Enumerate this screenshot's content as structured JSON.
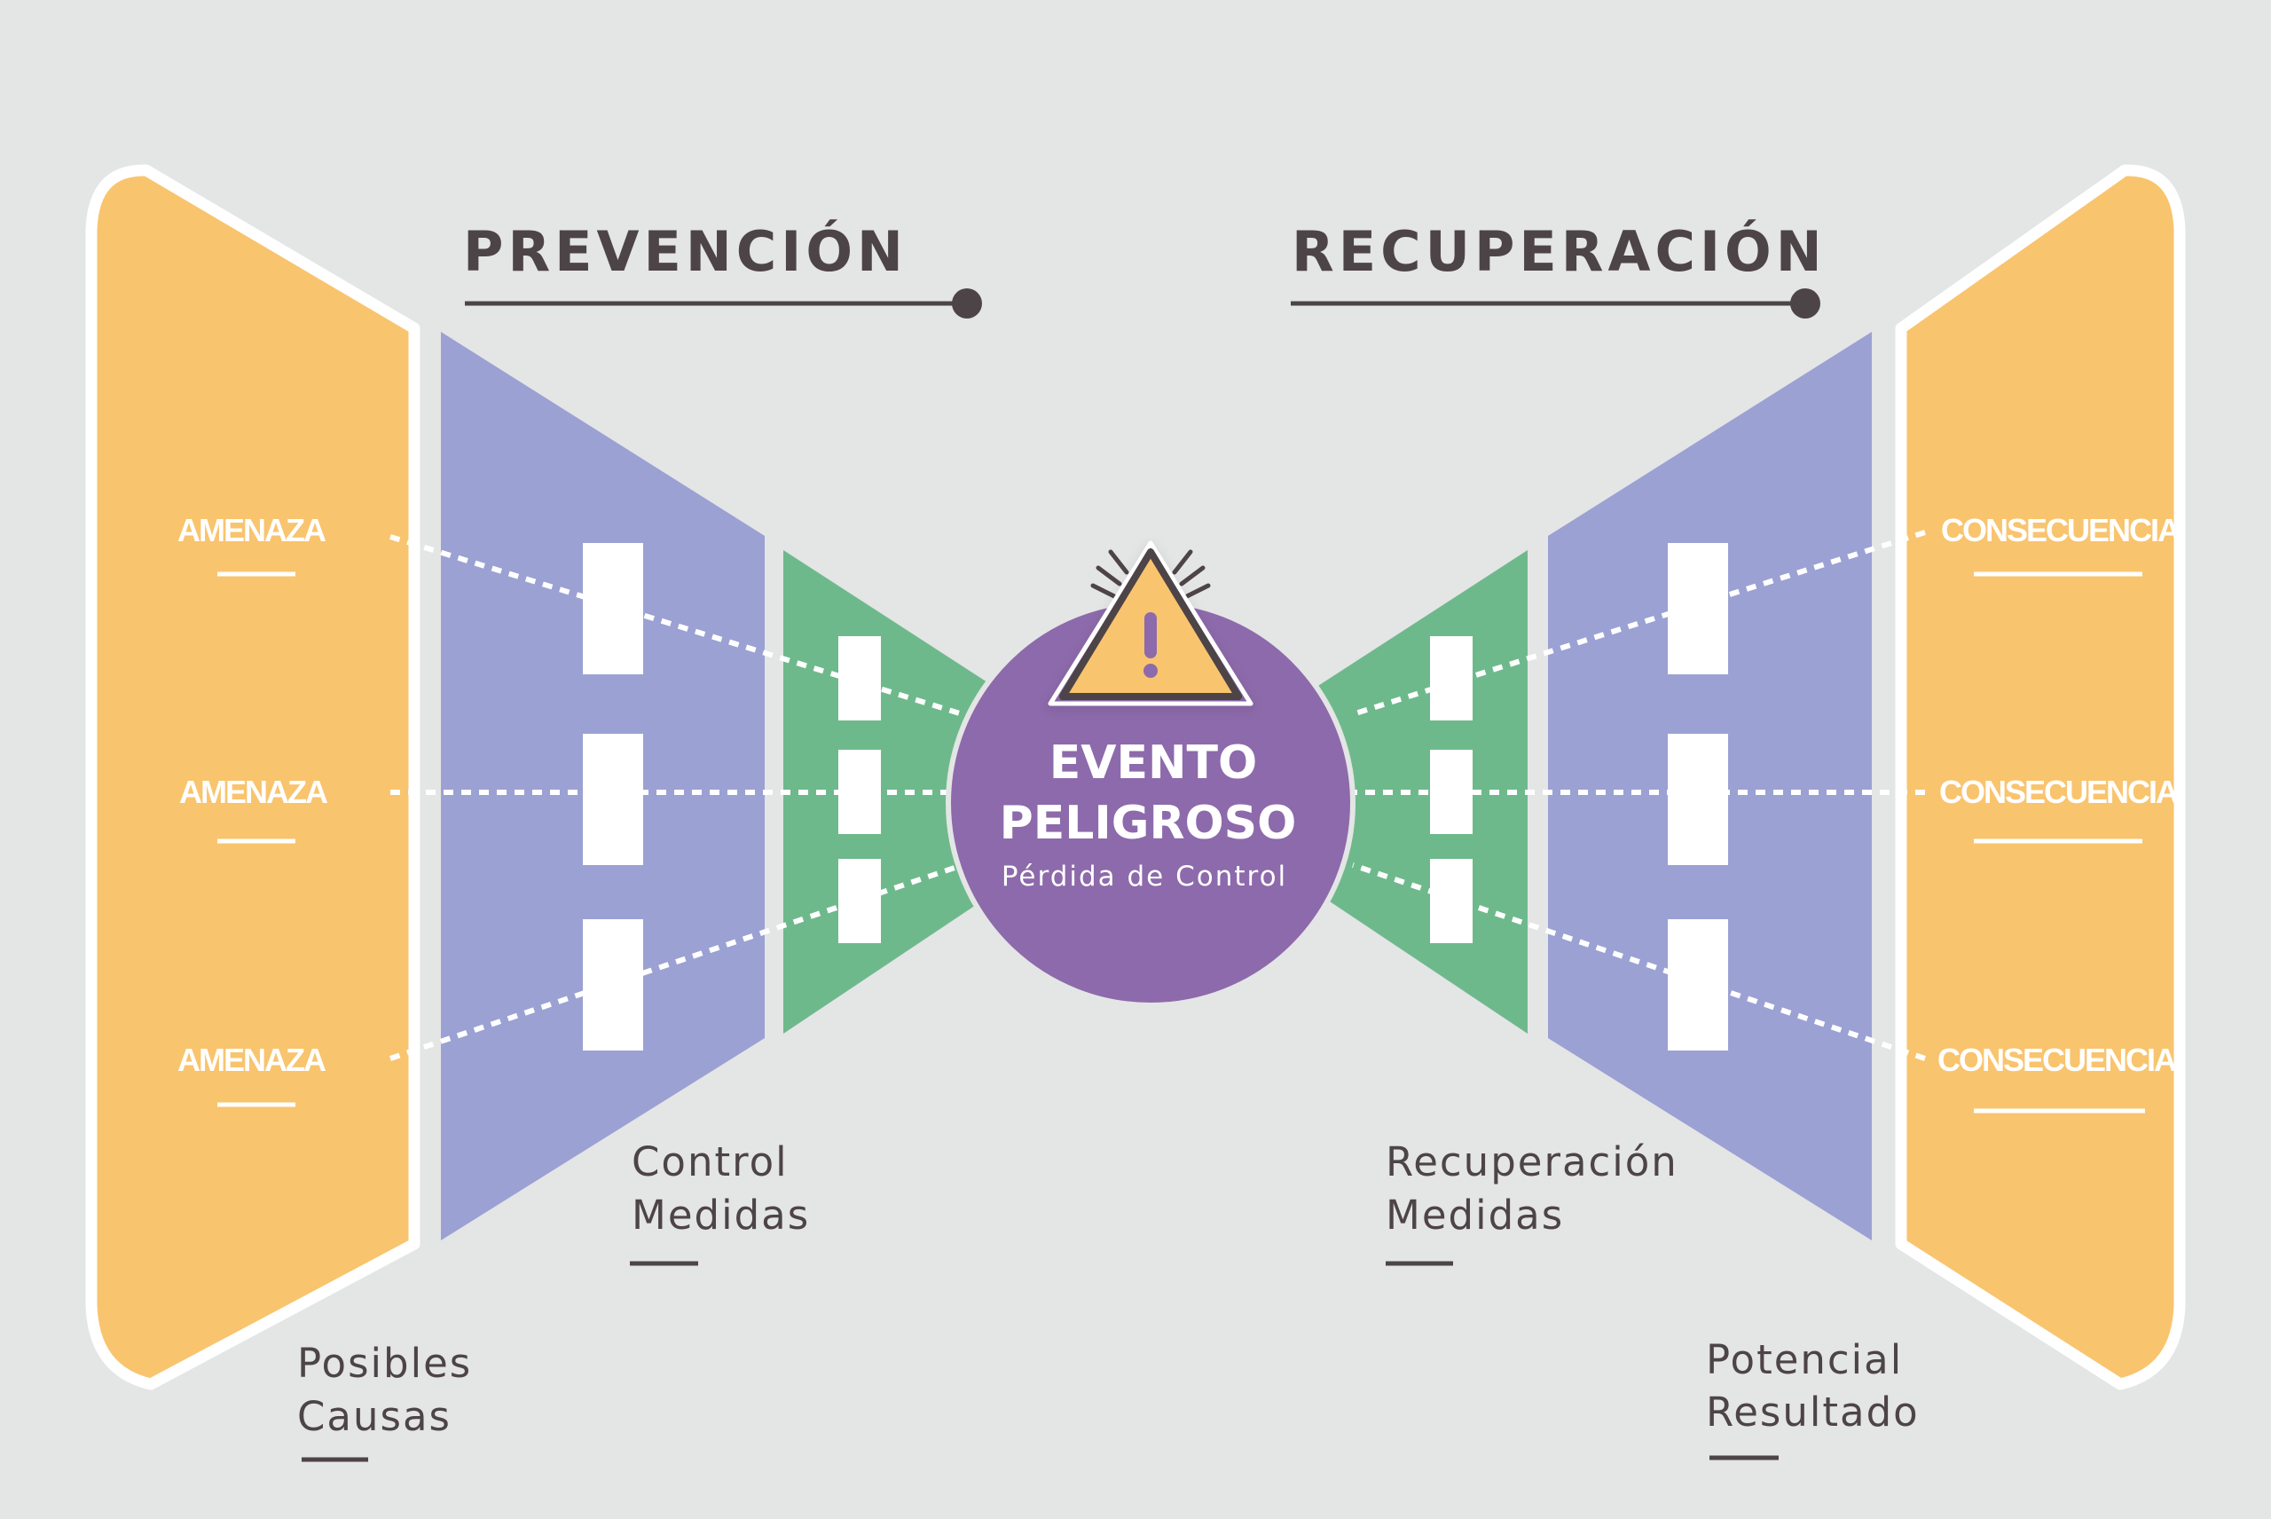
{
  "headings": {
    "prevention": "PREVENCIÓN",
    "recovery": "RECUPERACIÓN"
  },
  "left_labels": [
    "AMENAZA",
    "AMENAZA",
    "AMENAZA"
  ],
  "right_labels": [
    "CONSECUENCIA",
    "CONSECUENCIA",
    "CONSECUENCIA"
  ],
  "captions": {
    "causes": [
      "Posibles",
      "Causas"
    ],
    "control": [
      "Control",
      "Medidas"
    ],
    "recovery": [
      "Recuperación",
      "Medidas"
    ],
    "result": [
      "Potencial",
      "Resultado"
    ]
  },
  "center": {
    "title_line1": "EVENTO",
    "title_line2": "PELIGROSO",
    "subtitle": "Pérdida de Control",
    "icon": "warning-icon"
  },
  "colors": {
    "background": "#e4e5e5",
    "orange": "#f9c46e",
    "purple_panel": "#9ba1d3",
    "green_panel": "#6eb98c",
    "event_circle": "#8d6aab",
    "text_dark": "#4d4447"
  }
}
